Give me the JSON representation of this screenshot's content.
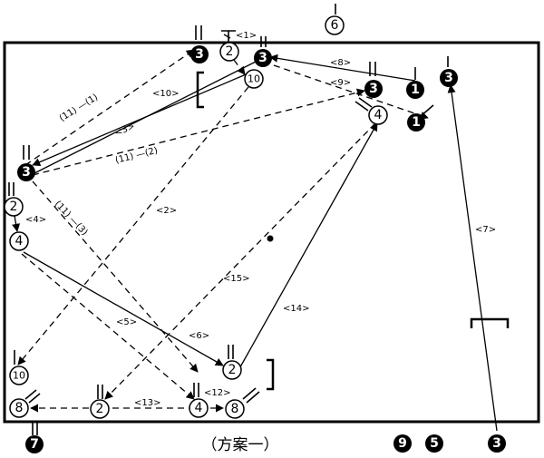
{
  "caption": "（方案一）",
  "players": {
    "p6_top": "6",
    "p3_top": "3",
    "p2_top": "2",
    "p3_b": "3",
    "p10_top": "10",
    "p3_mid": "3",
    "p1_a": "1",
    "p3_right": "3",
    "p4_right": "4",
    "p1_b": "1",
    "p3_left": "3",
    "p2_left": "2",
    "p4_left": "4",
    "p2_center": "2",
    "p10_left": "10",
    "p8_left": "8",
    "p2_bottom": "2",
    "p4_bottom": "4",
    "p8_bottom": "8",
    "p7": "7",
    "p9": "9",
    "p5": "5",
    "p3_outside": "3"
  },
  "routes": {
    "r1": "<1>",
    "r2": "<2>",
    "r3": "<3>",
    "r4": "<4>",
    "r5": "<5>",
    "r6": "<6>",
    "r7": "<7>",
    "r8": "<8>",
    "r9": "<9>",
    "r10": "<10>",
    "r11a": "(11) —(1)",
    "r11b": "(11) —(2)",
    "r11c": "(11) —(3)",
    "r12": "<12>",
    "r13": "<13>",
    "r14": "<14>",
    "r15": "<15>"
  }
}
